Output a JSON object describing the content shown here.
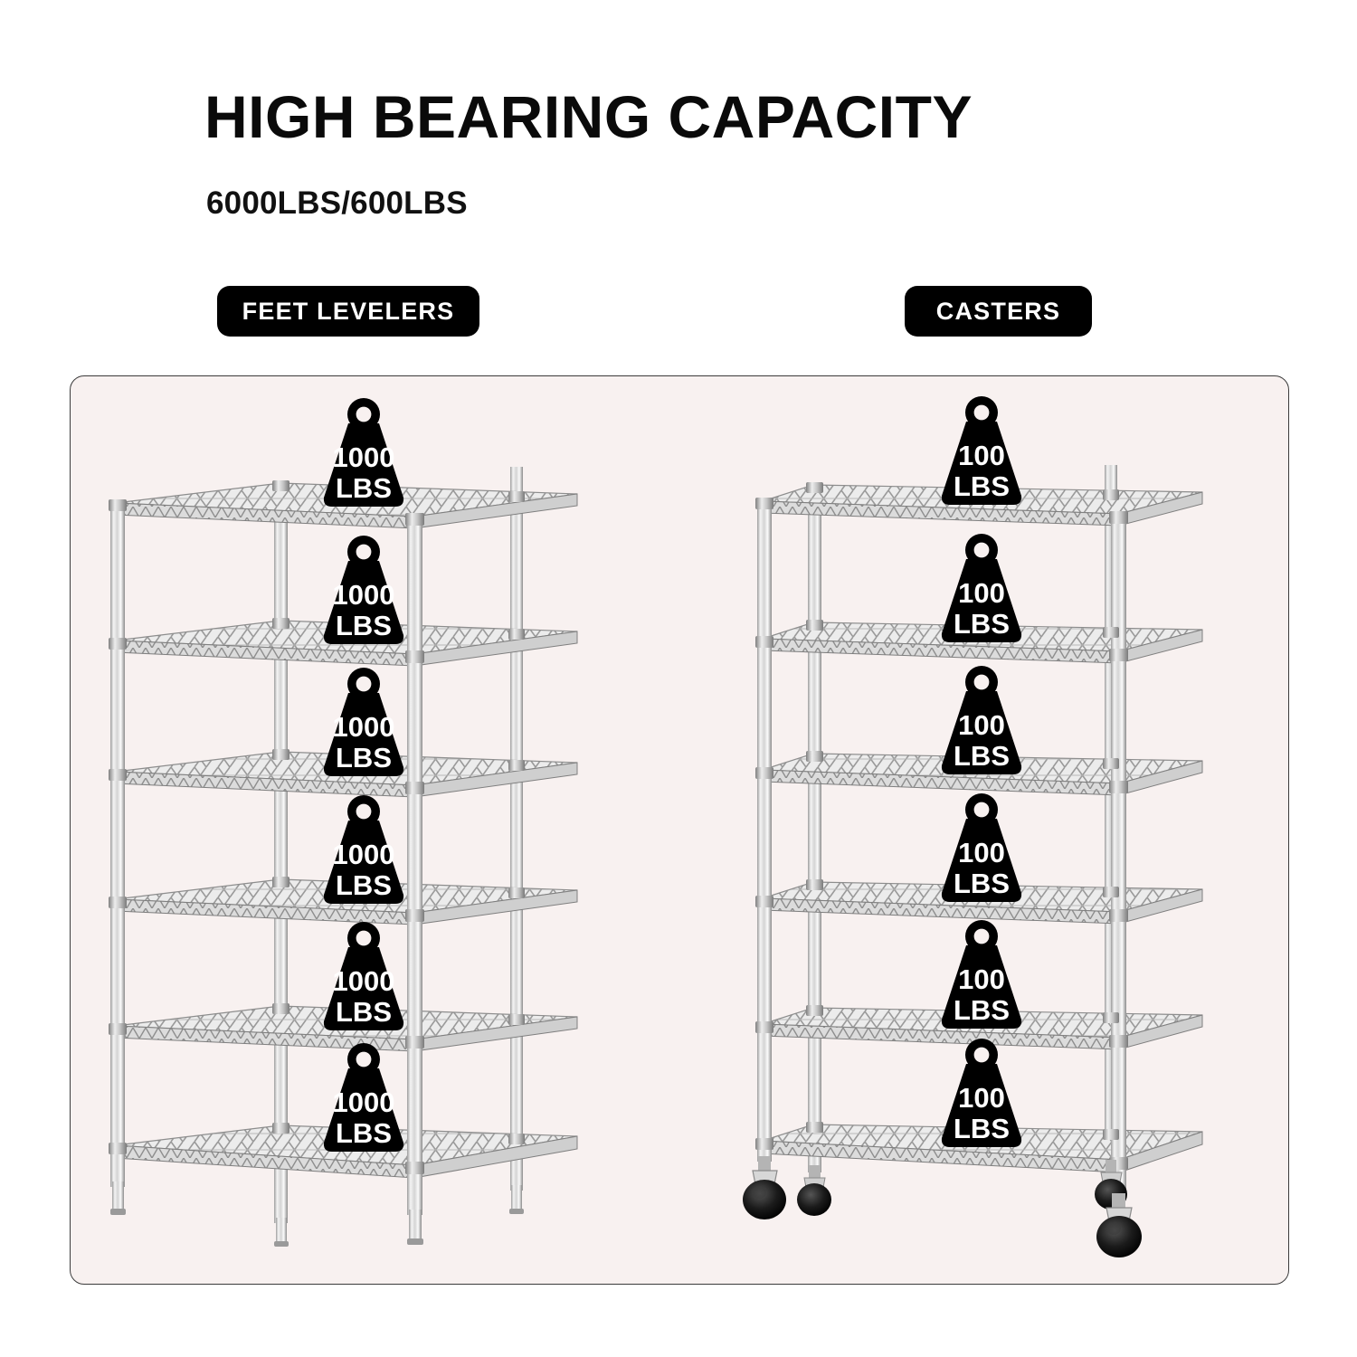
{
  "header": {
    "title": "HIGH BEARING CAPACITY",
    "subtitle": "6000LBS/600LBS"
  },
  "sections": [
    {
      "id": "feet-levelers",
      "badge_label": "FEET LEVELERS",
      "base_type": "feet-levelers",
      "shelf_count": 6,
      "shelf_capacity_number": "1000",
      "shelf_capacity_unit": "LBS",
      "shelf_labels": [
        {
          "number": "1000",
          "unit": "LBS"
        },
        {
          "number": "1000",
          "unit": "LBS"
        },
        {
          "number": "1000",
          "unit": "LBS"
        },
        {
          "number": "1000",
          "unit": "LBS"
        },
        {
          "number": "1000",
          "unit": "LBS"
        },
        {
          "number": "1000",
          "unit": "LBS"
        }
      ]
    },
    {
      "id": "casters",
      "badge_label": "CASTERS",
      "base_type": "casters",
      "shelf_count": 6,
      "shelf_capacity_number": "100",
      "shelf_capacity_unit": "LBS",
      "shelf_labels": [
        {
          "number": "100",
          "unit": "LBS"
        },
        {
          "number": "100",
          "unit": "LBS"
        },
        {
          "number": "100",
          "unit": "LBS"
        },
        {
          "number": "100",
          "unit": "LBS"
        },
        {
          "number": "100",
          "unit": "LBS"
        },
        {
          "number": "100",
          "unit": "LBS"
        }
      ]
    }
  ],
  "colors": {
    "page_background": "#ffffff",
    "panel_background": "#f8f1f0",
    "panel_border": "#3b3b3b",
    "badge_background": "#000000",
    "badge_text": "#ffffff",
    "heading_text": "#0a0a0a",
    "chrome_light": "#f2f2f2",
    "chrome_mid": "#c9c9c9",
    "chrome_dark": "#8e8e8e",
    "wheel_black": "#111111"
  }
}
